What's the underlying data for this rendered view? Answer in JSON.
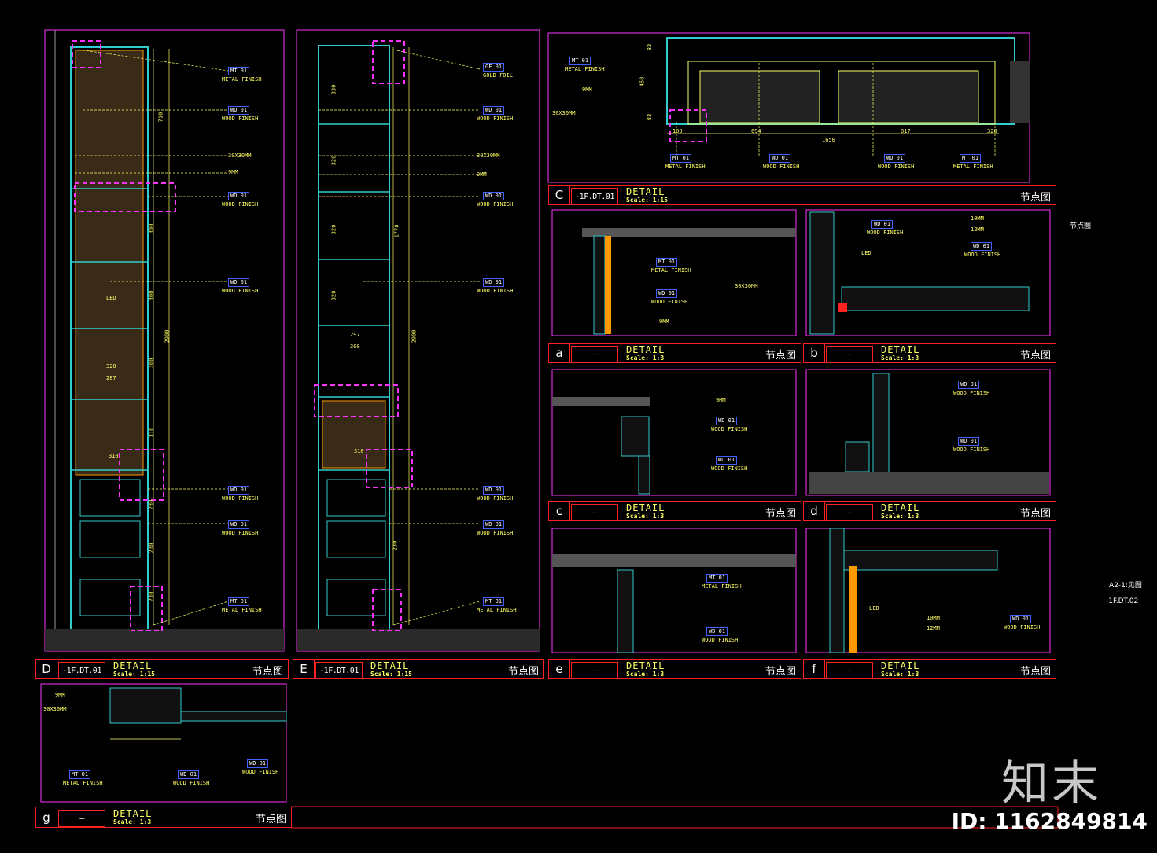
{
  "title_blocks": [
    {
      "id": "D",
      "ref": "-1F.DT.01",
      "detail": "DETAIL",
      "scale": "Scale: 1:15",
      "node": "节点图"
    },
    {
      "id": "E",
      "ref": "-1F.DT.01",
      "detail": "DETAIL",
      "scale": "Scale: 1:15",
      "node": "节点图"
    },
    {
      "id": "C",
      "ref": "-1F.DT.01",
      "detail": "DETAIL",
      "scale": "Scale: 1:15",
      "node": "节点图"
    },
    {
      "id": "a",
      "ref": "—",
      "detail": "DETAIL",
      "scale": "Scale: 1:3",
      "node": "节点图"
    },
    {
      "id": "b",
      "ref": "—",
      "detail": "DETAIL",
      "scale": "Scale: 1:3",
      "node": "节点图"
    },
    {
      "id": "c",
      "ref": "—",
      "detail": "DETAIL",
      "scale": "Scale: 1:3",
      "node": "节点图"
    },
    {
      "id": "d",
      "ref": "—",
      "detail": "DETAIL",
      "scale": "Scale: 1:3",
      "node": "节点图"
    },
    {
      "id": "e",
      "ref": "—",
      "detail": "DETAIL",
      "scale": "Scale: 1:3",
      "node": "节点图"
    },
    {
      "id": "f",
      "ref": "—",
      "detail": "DETAIL",
      "scale": "Scale: 1:3",
      "node": "节点图"
    },
    {
      "id": "g",
      "ref": "—",
      "detail": "DETAIL",
      "scale": "Scale: 1:3",
      "node": "节点图"
    }
  ],
  "annotations": {
    "metal_finish": "METAL FINISH",
    "wood_finish": "WOOD FINISH",
    "gold_foil": "GOLD FOIL",
    "mt01": "MT 01",
    "wd01": "WD 01",
    "gf01": "GF 01",
    "batten": "30X30MM",
    "board9": "9MM",
    "board10": "10MM",
    "board12": "12MM",
    "led": "LED"
  },
  "dimensions_D": [
    "710",
    "300",
    "300",
    "300",
    "310",
    "230",
    "230",
    "230",
    "2900",
    "320",
    "287",
    "310"
  ],
  "dimensions_E": [
    "330",
    "320",
    "320",
    "320",
    "1770",
    "297",
    "300",
    "310",
    "230",
    "2900"
  ],
  "dimensions_C": [
    "83",
    "458",
    "83",
    "100",
    "694",
    "1650",
    "817",
    "320"
  ],
  "side_notes": {
    "node": "节点图",
    "ref1": "A2-1:见图",
    "ref2": "-1F.DT.02"
  },
  "brand": "知末",
  "image_id": "ID: 1162849814",
  "colors": {
    "frame": "#ff2020",
    "magenta": "#ff33ff",
    "cyan": "#33cccc",
    "yellow": "#ffff66",
    "orange": "#ff9900"
  }
}
